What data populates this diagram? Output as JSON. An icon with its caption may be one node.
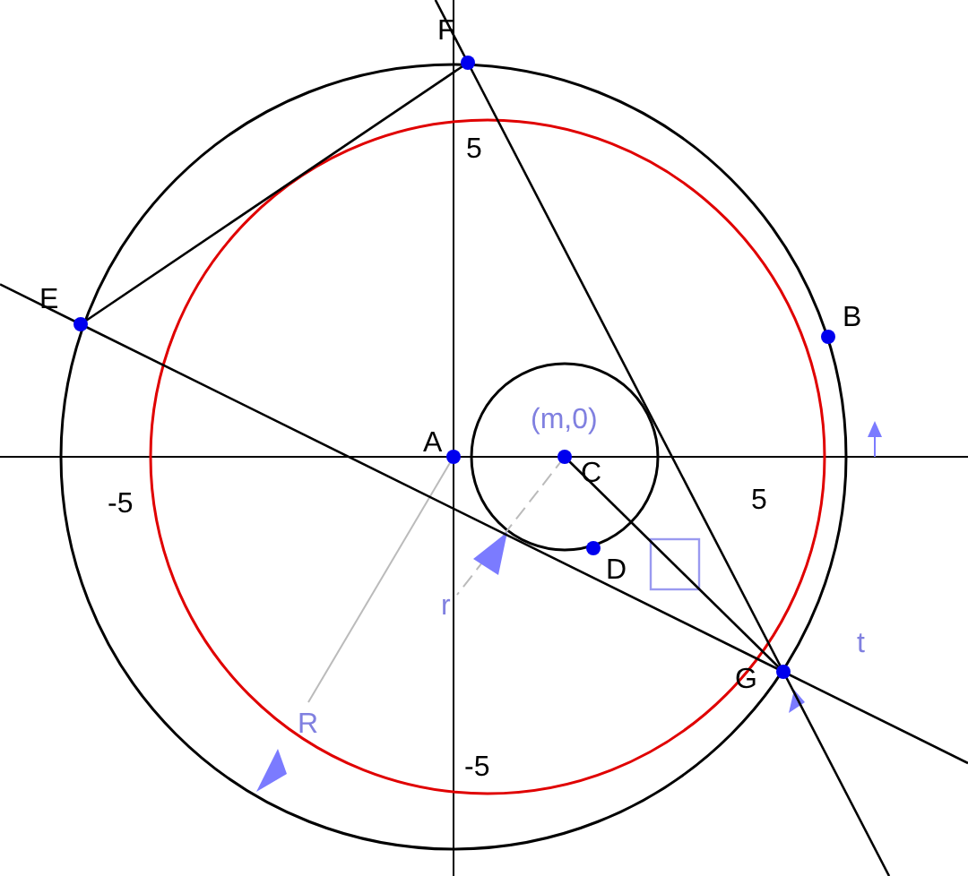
{
  "diagram": {
    "nodes": [
      {
        "text": [
          "A"
        ]
      },
      {
        "text": [
          "B"
        ]
      },
      {
        "text": [
          "C"
        ]
      },
      {
        "text": [
          "D"
        ]
      },
      {
        "text": [
          "E"
        ]
      },
      {
        "text": [
          "F"
        ]
      },
      {
        "text": [
          "G"
        ]
      }
    ],
    "edges": [
      {
        "from": 4,
        "to": 5,
        "arrow": "none"
      },
      {
        "from": 5,
        "to": 6,
        "arrow": "none"
      },
      {
        "from": 4,
        "to": 6,
        "arrow": "none"
      },
      {
        "from": 2,
        "to": 6,
        "arrow": "none"
      }
    ],
    "labels": [
      "5",
      "(m,0)",
      "-5",
      "5",
      "r",
      "R",
      "t",
      "-5"
    ]
  }
}
